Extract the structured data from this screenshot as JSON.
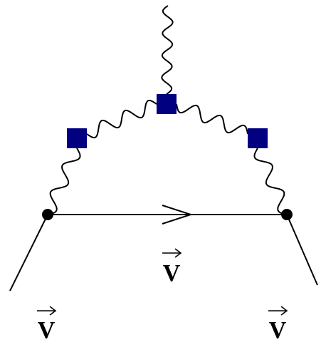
{
  "diagram": {
    "velocity_symbol": "V",
    "labels": {
      "left": "V",
      "middle": "V",
      "right": "V"
    },
    "vertex_color": "#000000",
    "insertion_color": "#000080",
    "line_color": "#000000"
  }
}
